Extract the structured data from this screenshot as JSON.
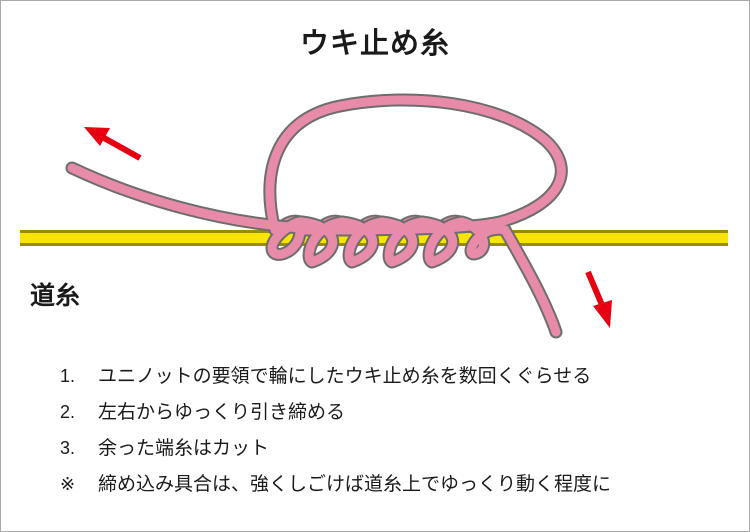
{
  "title": "ウキ止め糸",
  "main_line_label": "道糸",
  "colors": {
    "main_line_fill": "#f7e400",
    "main_line_edge": "#9a8c00",
    "stopper_line_fill": "#e88ba9",
    "stopper_line_edge": "#6d6d6d",
    "arrow": "#e60012",
    "frame": "#a9a9a9"
  },
  "steps": [
    {
      "num": "1.",
      "text": "ユニノットの要領で輪にしたウキ止め糸を数回くぐらせる"
    },
    {
      "num": "2.",
      "text": "左右からゆっくり引き締める"
    },
    {
      "num": "3.",
      "text": "余った端糸はカット"
    }
  ],
  "note": {
    "mark": "※",
    "text": "締め込み具合は、強くしごけば道糸上でゆっくり動く程度に"
  }
}
